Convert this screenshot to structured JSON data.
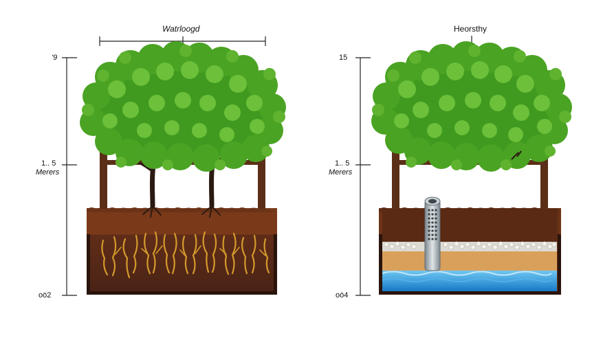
{
  "left_panel": {
    "title": "Watrloogd",
    "scale_top": "'9",
    "scale_mid_value": "1.. 5",
    "scale_mid_unit": "Merers",
    "scale_bottom": "oö2"
  },
  "right_panel": {
    "title": "Heorsthy",
    "scale_top": "15",
    "scale_mid_value": "1.. 5",
    "scale_mid_unit": "Merers",
    "scale_bottom": "oö4"
  },
  "colors": {
    "canopy": "#4aa323",
    "canopy_light": "#6cc03a",
    "frame": "#5b2f17",
    "soil_top": "#7a3a19",
    "soil_deep": "#4a2414",
    "roots": "#d49a2c",
    "gravel": "#ecebe6",
    "sand": "#d9a05c",
    "water": "#1f8fd6",
    "pipe": "#9aa6ad"
  }
}
